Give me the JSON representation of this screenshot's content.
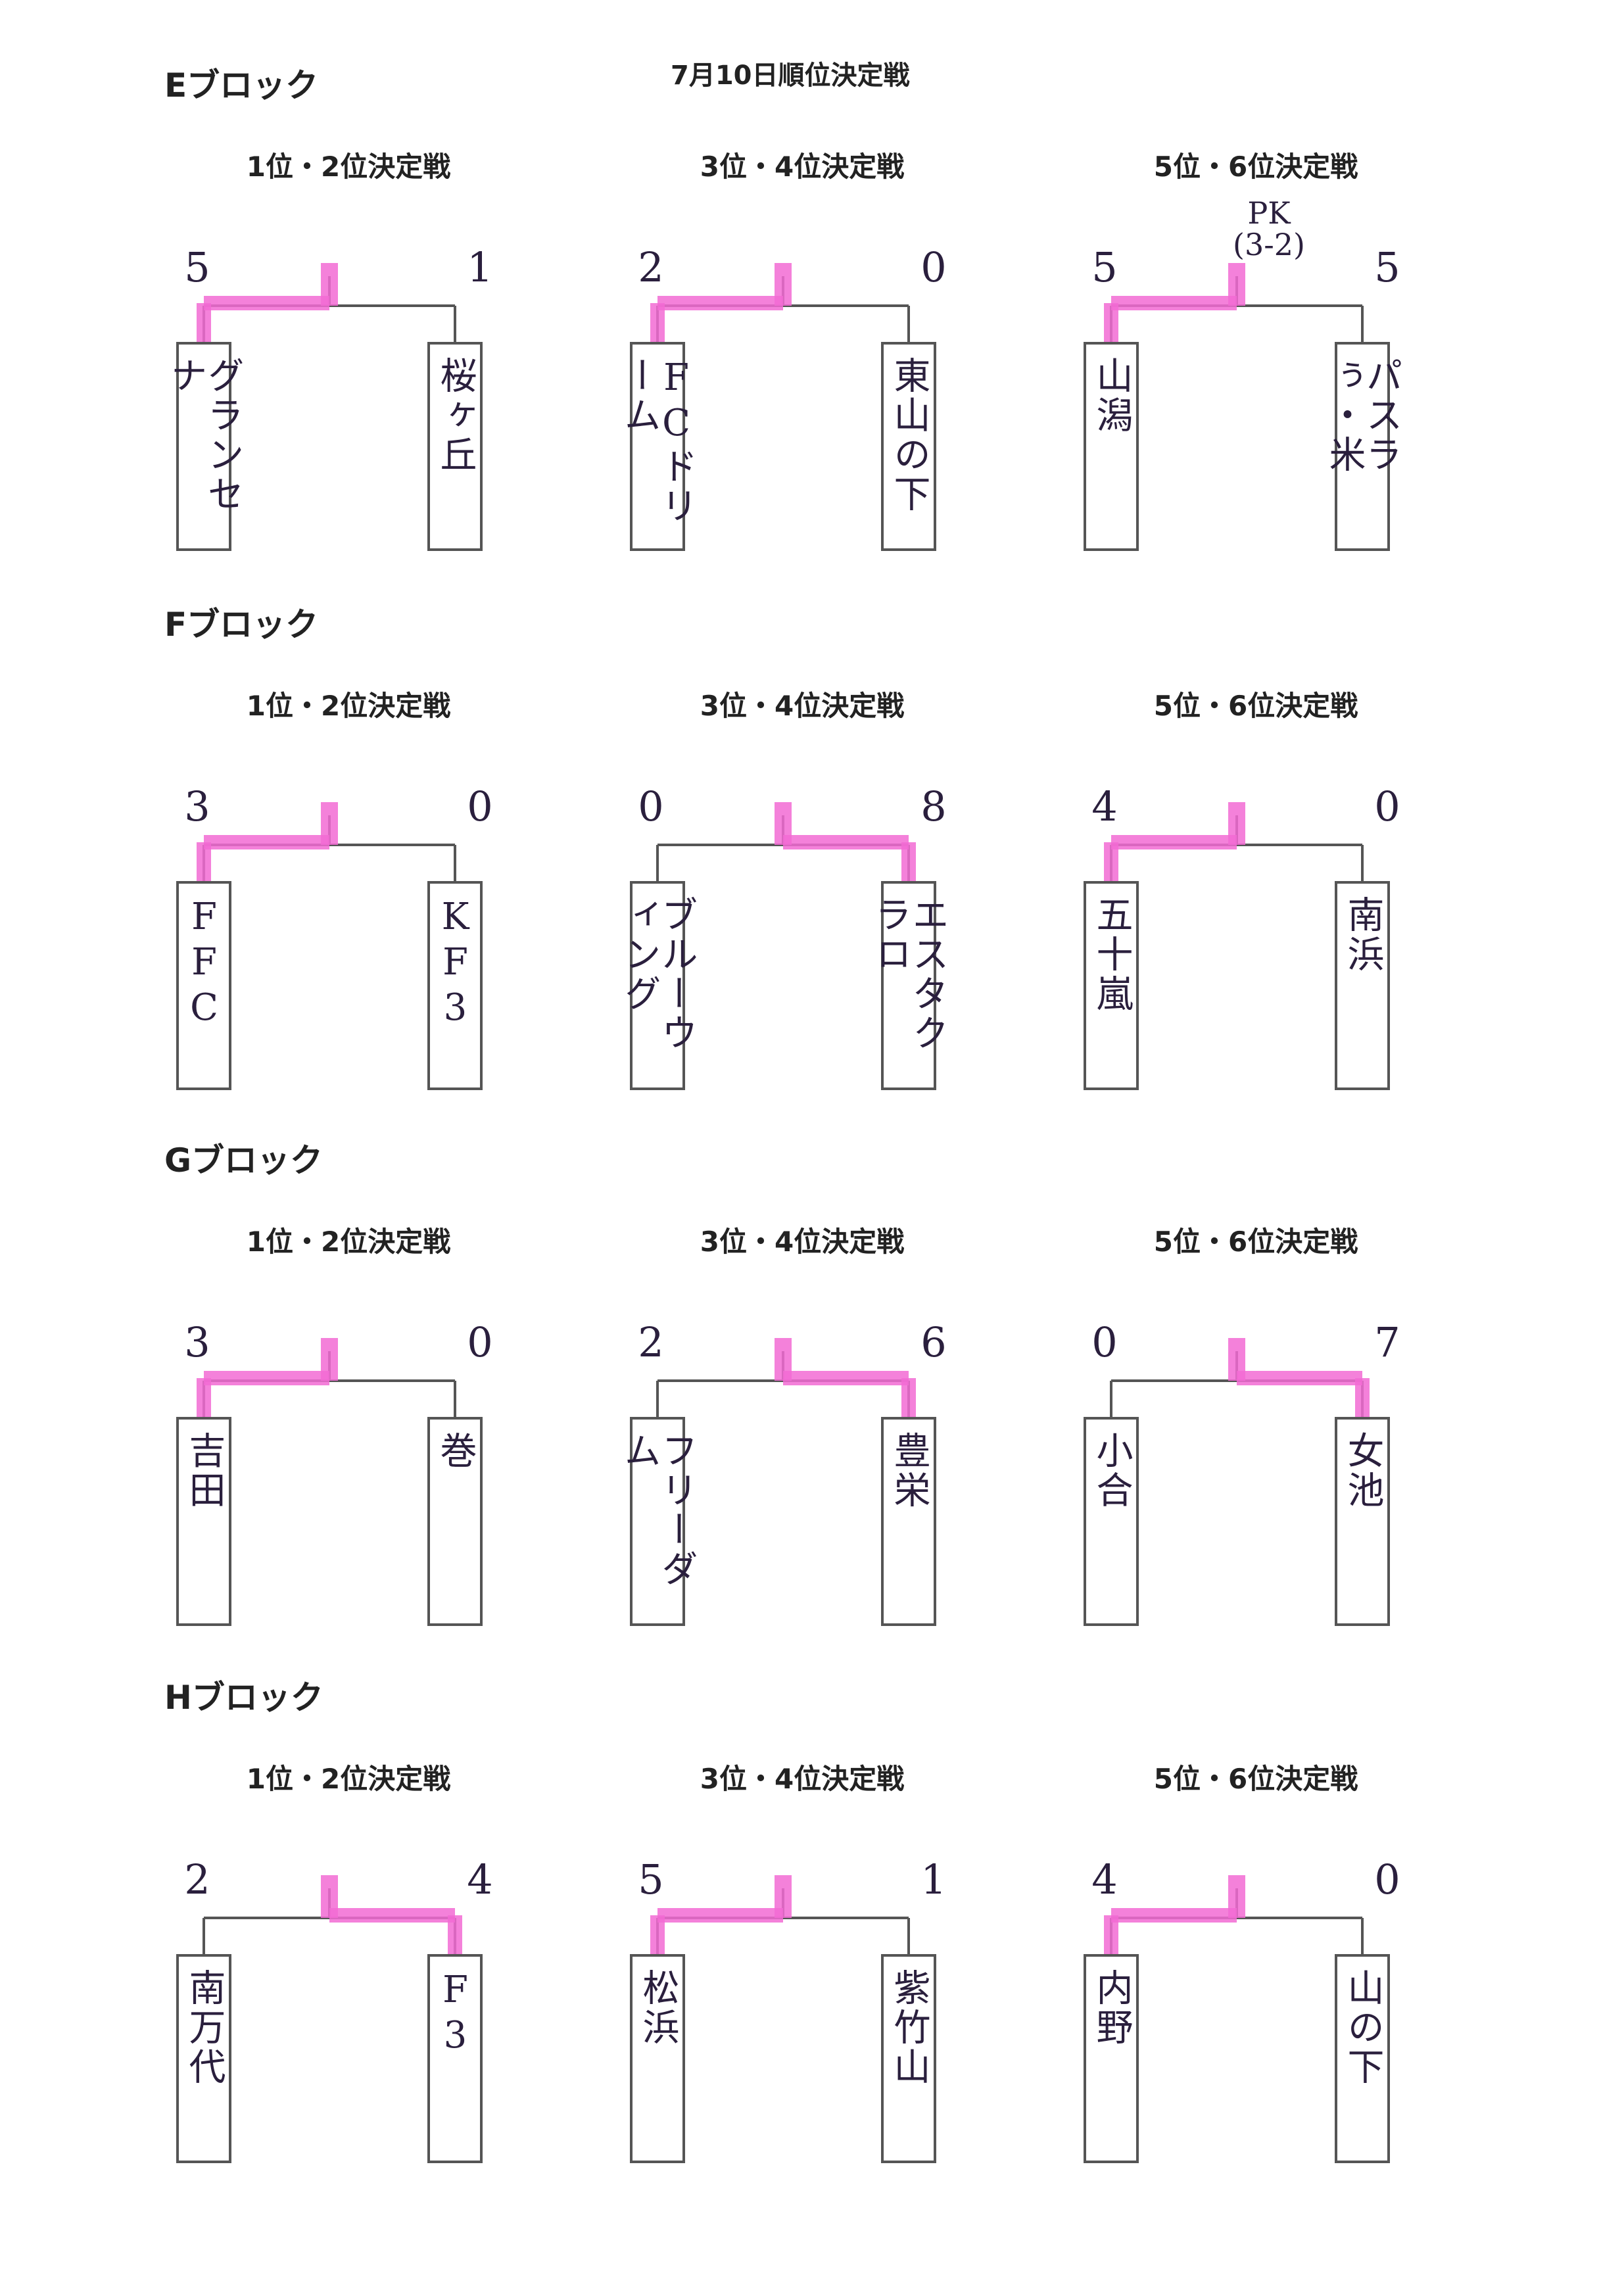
{
  "page_title": "7月10日順位決定戦",
  "colors": {
    "highlight": "#f26bd3",
    "ink": "#2a1f3d",
    "line": "#555555"
  },
  "blocks": [
    {
      "name": "Eブロック",
      "matches": [
        {
          "title": "1位・2位決定戦",
          "left": {
            "team": "グランセナ",
            "score": "5"
          },
          "right": {
            "team": "桜ヶ丘",
            "score": "1"
          },
          "winner": "left",
          "pk": ""
        },
        {
          "title": "3位・4位決定戦",
          "left": {
            "team": "FCドリーム",
            "score": "2"
          },
          "right": {
            "team": "東山の下",
            "score": "0"
          },
          "winner": "left",
          "pk": ""
        },
        {
          "title": "5位・6位決定戦",
          "left": {
            "team": "山潟",
            "score": "5"
          },
          "right": {
            "team": "パスラぅ・米",
            "score": "5"
          },
          "winner": "left",
          "pk": "PK\n(3-2)"
        }
      ]
    },
    {
      "name": "Fブロック",
      "matches": [
        {
          "title": "1位・2位決定戦",
          "left": {
            "team": "FFC",
            "score": "3"
          },
          "right": {
            "team": "KF3",
            "score": "0"
          },
          "winner": "left",
          "pk": ""
        },
        {
          "title": "3位・4位決定戦",
          "left": {
            "team": "ブルーウィング",
            "score": "0"
          },
          "right": {
            "team": "エスタクラロ",
            "score": "8"
          },
          "winner": "right",
          "pk": ""
        },
        {
          "title": "5位・6位決定戦",
          "left": {
            "team": "五十嵐",
            "score": "4"
          },
          "right": {
            "team": "南浜",
            "score": "0"
          },
          "winner": "left",
          "pk": ""
        }
      ]
    },
    {
      "name": "Gブロック",
      "matches": [
        {
          "title": "1位・2位決定戦",
          "left": {
            "team": "吉田",
            "score": "3"
          },
          "right": {
            "team": "巻",
            "score": "0"
          },
          "winner": "left",
          "pk": ""
        },
        {
          "title": "3位・4位決定戦",
          "left": {
            "team": "フリーダム",
            "score": "2"
          },
          "right": {
            "team": "豊栄",
            "score": "6"
          },
          "winner": "right",
          "pk": ""
        },
        {
          "title": "5位・6位決定戦",
          "left": {
            "team": "小合",
            "score": "0"
          },
          "right": {
            "team": "女池",
            "score": "7"
          },
          "winner": "right",
          "pk": ""
        }
      ]
    },
    {
      "name": "Hブロック",
      "matches": [
        {
          "title": "1位・2位決定戦",
          "left": {
            "team": "南万代",
            "score": "2"
          },
          "right": {
            "team": "F3",
            "score": "4"
          },
          "winner": "right",
          "pk": ""
        },
        {
          "title": "3位・4位決定戦",
          "left": {
            "team": "松浜",
            "score": "5"
          },
          "right": {
            "team": "紫竹山",
            "score": "1"
          },
          "winner": "left",
          "pk": ""
        },
        {
          "title": "5位・6位決定戦",
          "left": {
            "team": "内野",
            "score": "4"
          },
          "right": {
            "team": "山の下",
            "score": "0"
          },
          "winner": "left",
          "pk": ""
        }
      ]
    }
  ]
}
